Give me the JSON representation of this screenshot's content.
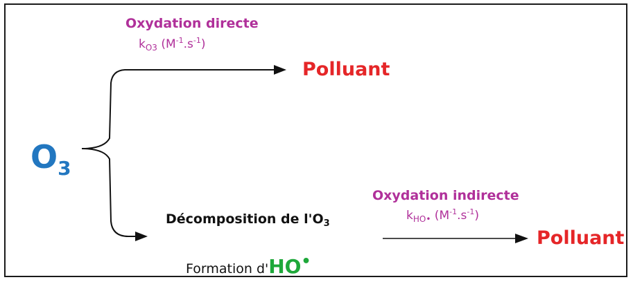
{
  "colors": {
    "magenta": "#b0309a",
    "red": "#e52628",
    "blue": "#2277c0",
    "green": "#1ea83a"
  },
  "o3": {
    "base": "O",
    "sub": "3"
  },
  "direct": {
    "title": "Oxydation directe",
    "rate_k": "k",
    "rate_sub": "O3",
    "rate_open": " (M",
    "rate_sup1": "-1",
    "rate_mid": ".s",
    "rate_sup2": "-1",
    "rate_close": ")",
    "target": "Polluant"
  },
  "decomposition": {
    "text": "Décomposition de l'O",
    "sub": "3",
    "formation": "Formation d'",
    "ho": "HO",
    "ho_dot": "•"
  },
  "indirect": {
    "title": "Oxydation indirecte",
    "rate_k": "k",
    "rate_sub": "HO•",
    "rate_open": " (M",
    "rate_sup1": "-1",
    "rate_mid": ".s",
    "rate_sup2": "-1",
    "rate_close": ")",
    "target": "Polluant"
  }
}
